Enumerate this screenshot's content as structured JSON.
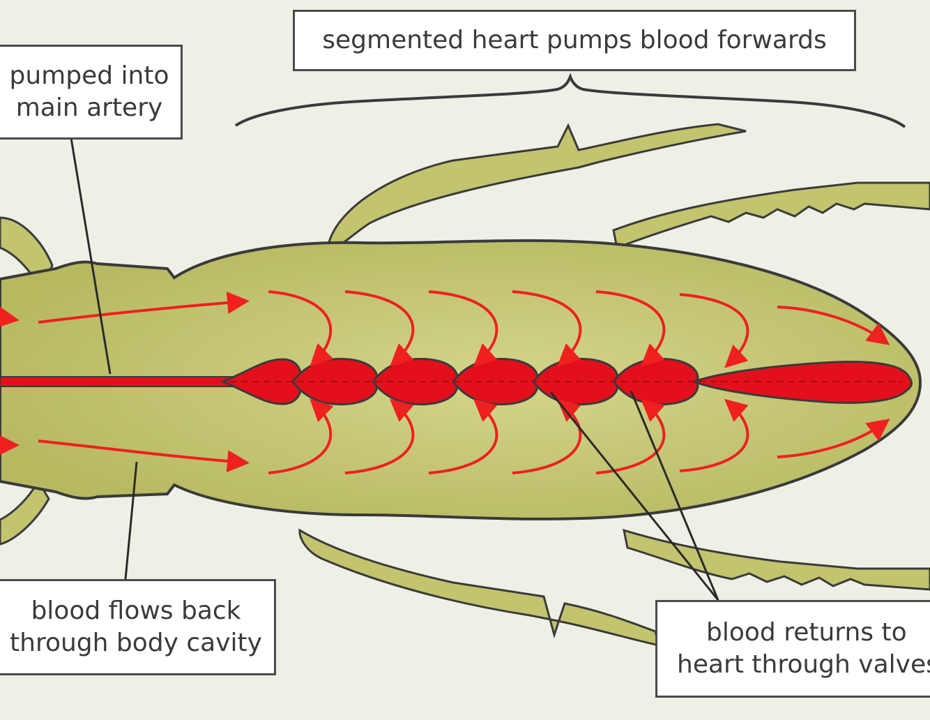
{
  "colors": {
    "background": "#eef0e6",
    "body_fill": "#c2c46e",
    "body_outline": "#3a3a3a",
    "heart_fill": "#e3101c",
    "arrow": "#ee2020",
    "label_border": "#4a4a4a"
  },
  "labels": {
    "top": {
      "line1": "segmented heart pumps blood forwards"
    },
    "artery": {
      "line1": "pumped into",
      "line2": "main artery"
    },
    "cavity": {
      "line1": "blood flows back",
      "line2": "through body cavity"
    },
    "valves": {
      "line1": "blood returns to",
      "line2": "heart through valves"
    }
  }
}
